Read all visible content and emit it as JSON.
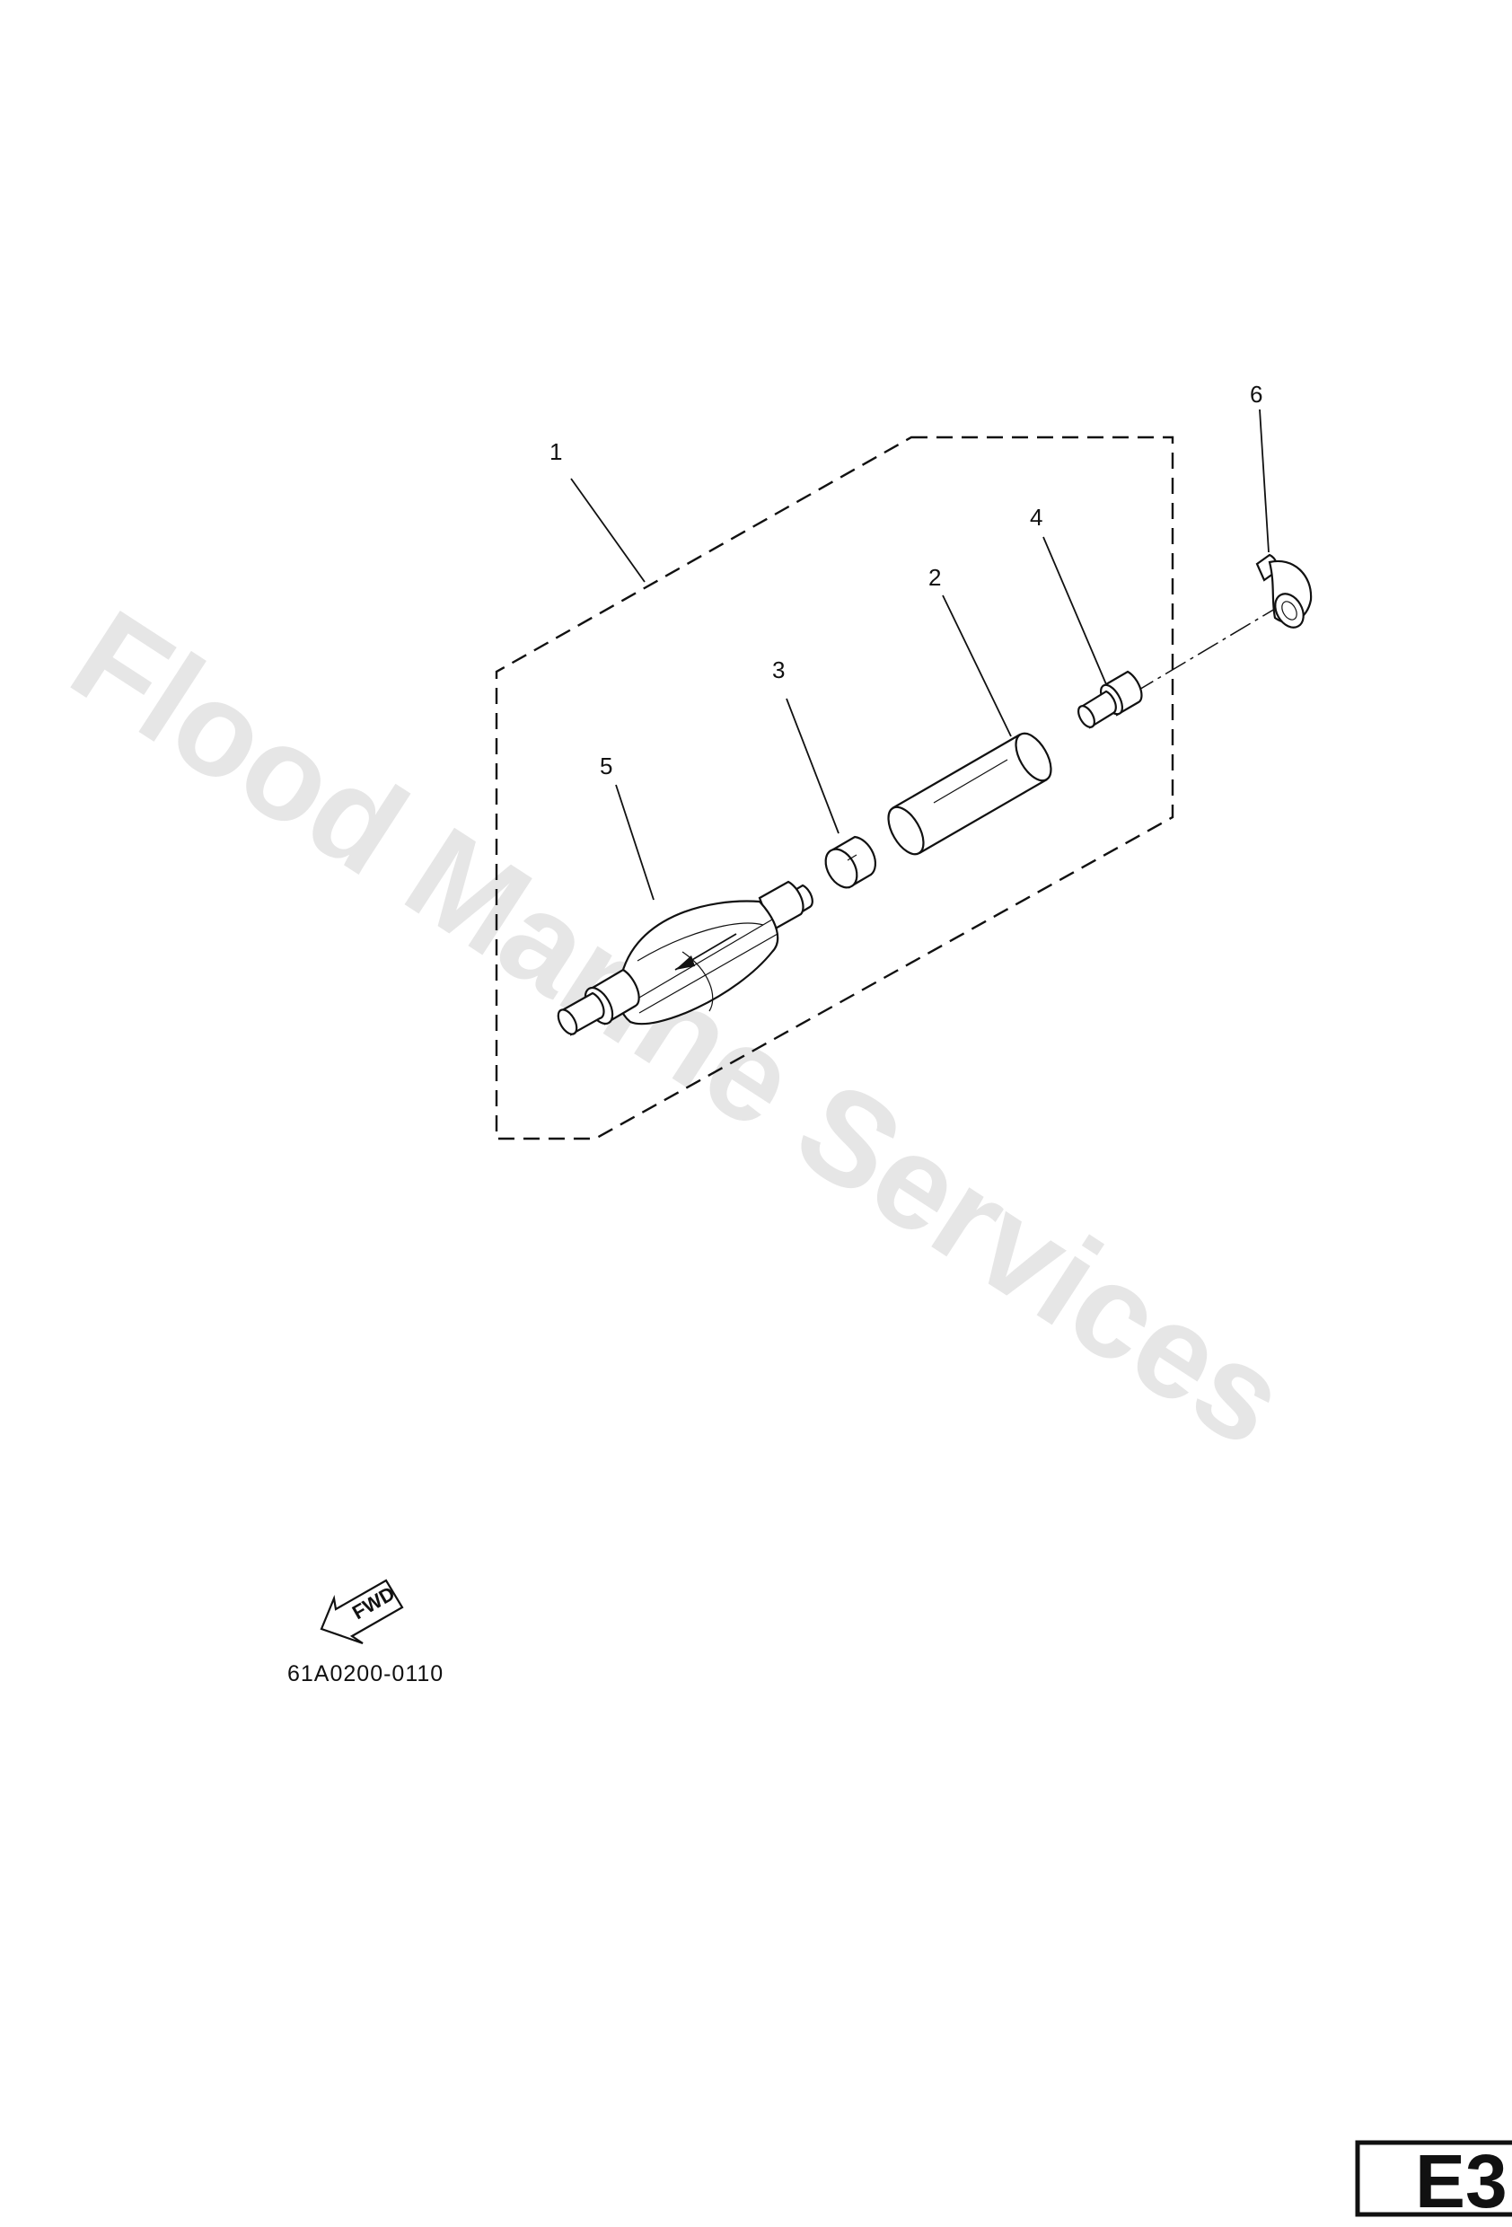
{
  "watermark": "Flood Marine Services",
  "callouts": [
    "1",
    "2",
    "3",
    "4",
    "5",
    "6"
  ],
  "fwd_label": "FWD",
  "figure_code": "61A0200-0110",
  "page_id": "E3"
}
